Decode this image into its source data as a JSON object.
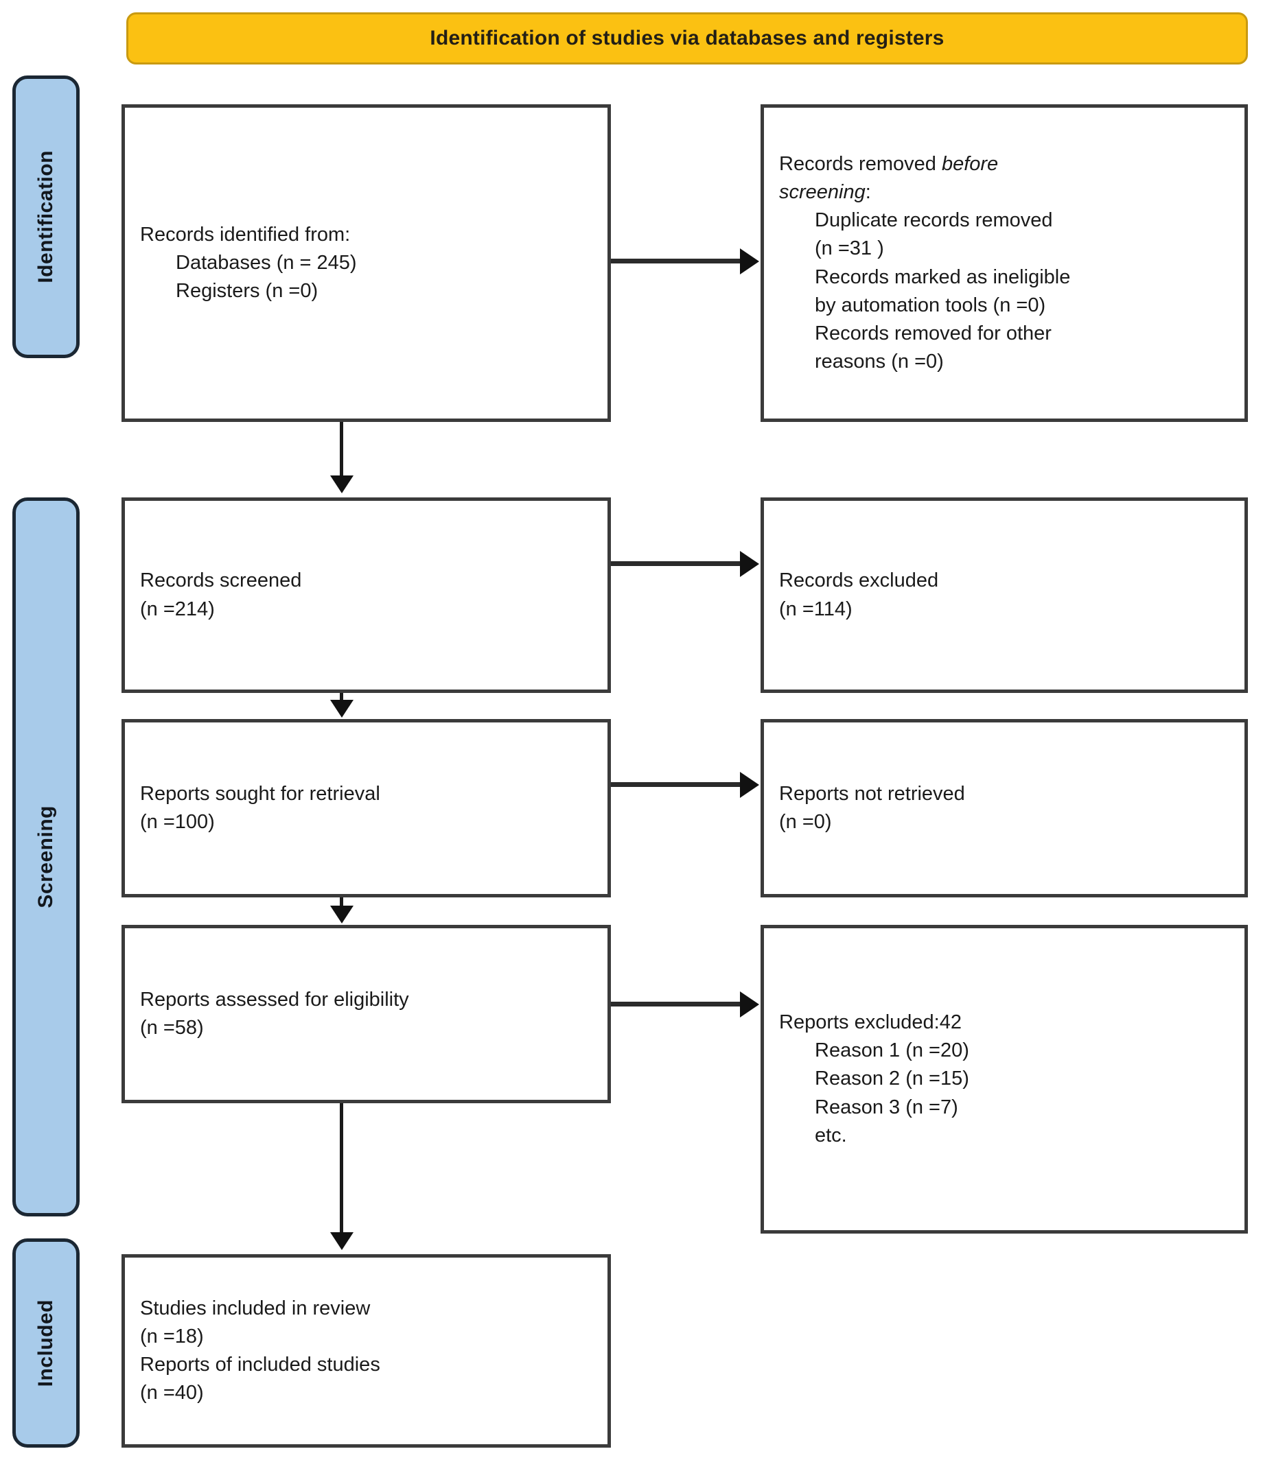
{
  "banner": {
    "title": "Identification of studies via databases and registers",
    "color": "#FBC112"
  },
  "stages": {
    "identification": "Identification",
    "screening": "Screening",
    "included": "Included",
    "color": "#A8CBEA"
  },
  "boxes": {
    "identified": {
      "line1": "Records identified from:",
      "line2": "Databases (n = 245)",
      "line3": "Registers (n =0)"
    },
    "removed_before": {
      "line1_plain": "Records removed ",
      "line1_italic": "before",
      "line2_italic": "screening",
      "line2_plain": ":",
      "line3": "Duplicate records removed",
      "line4": "(n =31 )",
      "line5": "Records marked as ineligible",
      "line6": "by automation tools (n =0)",
      "line7": "Records removed for other",
      "line8": "reasons (n =0)"
    },
    "screened": {
      "line1": "Records screened",
      "line2": "(n =214)"
    },
    "records_excluded": {
      "line1": "Records excluded",
      "line2": "(n =114)"
    },
    "sought": {
      "line1": "Reports sought for retrieval",
      "line2": "(n =100)"
    },
    "not_retrieved": {
      "line1": "Reports not retrieved",
      "line2": "(n =0)"
    },
    "assessed": {
      "line1": "Reports assessed for eligibility",
      "line2": "(n =58)"
    },
    "reports_excluded": {
      "line1": "Reports excluded:42",
      "line2": "Reason 1 (n =20)",
      "line3": "Reason 2 (n =15)",
      "line4": "Reason 3 (n =7)",
      "line5": "etc."
    },
    "included": {
      "line1": "Studies included in review",
      "line2": "(n =18)",
      "line3": "Reports of included studies",
      "line4": "(n =40)"
    }
  },
  "chart_data": {
    "type": "diagram",
    "title": "Identification of studies via databases and registers",
    "nodes": [
      {
        "id": "identified",
        "stage": "Identification",
        "label": "Records identified from: Databases (n = 245); Registers (n =0)",
        "values": {
          "Databases": 245,
          "Registers": 0
        }
      },
      {
        "id": "removed_before",
        "stage": "Identification",
        "label": "Records removed before screening",
        "values": {
          "Duplicate records removed": 31,
          "Records marked as ineligible by automation tools": 0,
          "Records removed for other reasons": 0
        }
      },
      {
        "id": "screened",
        "stage": "Screening",
        "label": "Records screened",
        "values": {
          "n": 214
        }
      },
      {
        "id": "records_excluded",
        "stage": "Screening",
        "label": "Records excluded",
        "values": {
          "n": 114
        }
      },
      {
        "id": "sought",
        "stage": "Screening",
        "label": "Reports sought for retrieval",
        "values": {
          "n": 100
        }
      },
      {
        "id": "not_retrieved",
        "stage": "Screening",
        "label": "Reports not retrieved",
        "values": {
          "n": 0
        }
      },
      {
        "id": "assessed",
        "stage": "Screening",
        "label": "Reports assessed for eligibility",
        "values": {
          "n": 58
        }
      },
      {
        "id": "reports_excluded",
        "stage": "Screening",
        "label": "Reports excluded:42",
        "values": {
          "Reason 1": 20,
          "Reason 2": 15,
          "Reason 3": 7
        }
      },
      {
        "id": "included",
        "stage": "Included",
        "label": "Studies included in review / Reports of included studies",
        "values": {
          "Studies included in review": 18,
          "Reports of included studies": 40
        }
      }
    ],
    "edges": [
      {
        "from": "identified",
        "to": "removed_before",
        "direction": "right"
      },
      {
        "from": "identified",
        "to": "screened",
        "direction": "down"
      },
      {
        "from": "screened",
        "to": "records_excluded",
        "direction": "right"
      },
      {
        "from": "screened",
        "to": "sought",
        "direction": "down"
      },
      {
        "from": "sought",
        "to": "not_retrieved",
        "direction": "right"
      },
      {
        "from": "sought",
        "to": "assessed",
        "direction": "down"
      },
      {
        "from": "assessed",
        "to": "reports_excluded",
        "direction": "right"
      },
      {
        "from": "assessed",
        "to": "included",
        "direction": "down"
      }
    ]
  }
}
